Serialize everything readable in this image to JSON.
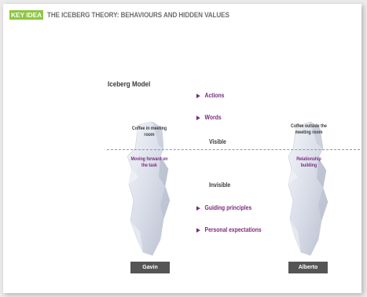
{
  "header": {
    "badge": "KEY IDEA",
    "title": "THE ICEBERG THEORY: BEHAVIOURS AND HIDDEN VALUES"
  },
  "diagram": {
    "title": "Iceberg Model",
    "visible_items": [
      "Actions",
      "Words"
    ],
    "visible_label": "Visible",
    "invisible_label": "Invisible",
    "invisible_items": [
      "Guiding principles",
      "Personal expectations"
    ],
    "left_iceberg": {
      "top_text": "Coffee in meeting room",
      "bottom_text": "Moving forward on the task",
      "name": "Gavin"
    },
    "right_iceberg": {
      "top_text": "Coffee outside the meeting room",
      "bottom_text": "Relationship building",
      "name": "Alberto"
    }
  },
  "colors": {
    "badge": "#8dc63f",
    "accent_purple": "#7b2a7f",
    "waterline": "#7aa0b8",
    "name_box": "#555555"
  }
}
